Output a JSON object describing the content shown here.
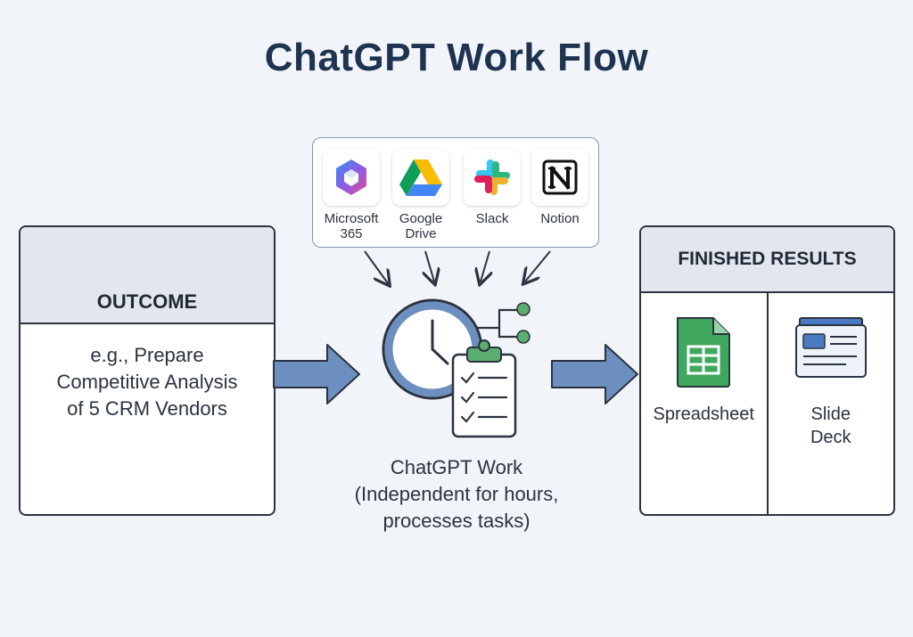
{
  "title": "ChatGPT Work Flow",
  "outcome": {
    "header": "OUTCOME",
    "text": "e.g., Prepare\nCompetitive Analysis\nof 5 CRM Vendors"
  },
  "tools": [
    {
      "label": "Microsoft\n365",
      "icon": "microsoft-365-icon"
    },
    {
      "label": "Google\nDrive",
      "icon": "google-drive-icon"
    },
    {
      "label": "Slack",
      "icon": "slack-icon"
    },
    {
      "label": "Notion",
      "icon": "notion-icon"
    }
  ],
  "center": {
    "label": "ChatGPT Work\n(Independent for hours,\nprocesses tasks)",
    "icon": "clock-clipboard-icon"
  },
  "results": {
    "header": "FINISHED RESULTS",
    "items": [
      {
        "label": "Spreadsheet",
        "icon": "spreadsheet-icon"
      },
      {
        "label": "Slide\nDeck",
        "icon": "slide-deck-icon"
      }
    ]
  },
  "colors": {
    "arrow_fill": "#6d8fbf",
    "title": "#1e3350",
    "header_bg": "#e3e7ed"
  }
}
